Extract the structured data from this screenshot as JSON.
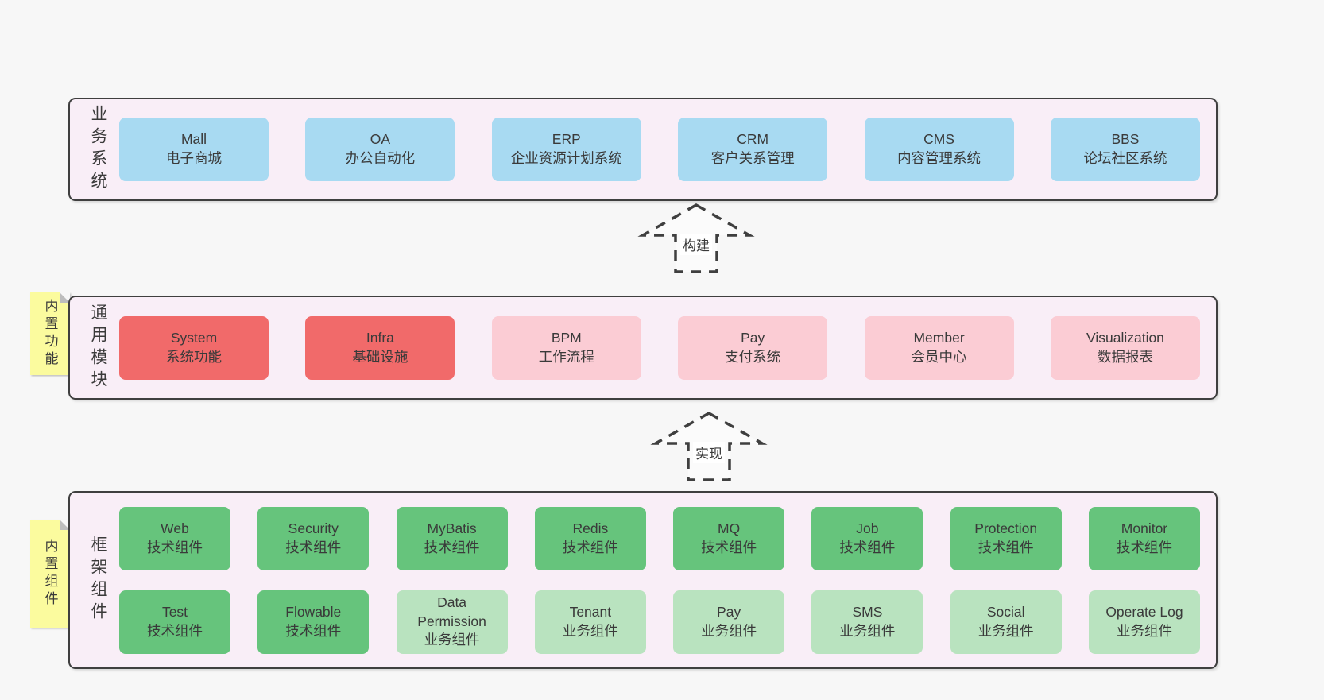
{
  "palette": {
    "page_bg": "#f7f7f7",
    "band_bg": "#f9eef7",
    "band_border": "#3f3f3f",
    "blue": "#a8daf2",
    "red": "#f16a6a",
    "pink": "#fbccd4",
    "green": "#66c47c",
    "light_green": "#b9e3bf",
    "sticky_yellow": "#fbfb9e",
    "sticky_fold": "#bdbdbd",
    "text": "#3a3a3a"
  },
  "bands": [
    {
      "label": "业务系统",
      "sticky": null,
      "rows": [
        [
          {
            "title": "Mall",
            "subtitle": "电子商城",
            "variant": "blue"
          },
          {
            "title": "OA",
            "subtitle": "办公自动化",
            "variant": "blue"
          },
          {
            "title": "ERP",
            "subtitle": "企业资源计划系统",
            "variant": "blue"
          },
          {
            "title": "CRM",
            "subtitle": "客户关系管理",
            "variant": "blue"
          },
          {
            "title": "CMS",
            "subtitle": "内容管理系统",
            "variant": "blue"
          },
          {
            "title": "BBS",
            "subtitle": "论坛社区系统",
            "variant": "blue"
          }
        ]
      ]
    },
    {
      "label": "通用模块",
      "sticky": "内置功能",
      "rows": [
        [
          {
            "title": "System",
            "subtitle": "系统功能",
            "variant": "red"
          },
          {
            "title": "Infra",
            "subtitle": "基础设施",
            "variant": "red"
          },
          {
            "title": "BPM",
            "subtitle": "工作流程",
            "variant": "pink"
          },
          {
            "title": "Pay",
            "subtitle": "支付系统",
            "variant": "pink"
          },
          {
            "title": "Member",
            "subtitle": "会员中心",
            "variant": "pink"
          },
          {
            "title": "Visualization",
            "subtitle": "数据报表",
            "variant": "pink"
          }
        ]
      ]
    },
    {
      "label": "框架组件",
      "sticky": "内置组件",
      "rows": [
        [
          {
            "title": "Web",
            "subtitle": "技术组件",
            "variant": "green"
          },
          {
            "title": "Security",
            "subtitle": "技术组件",
            "variant": "green"
          },
          {
            "title": "MyBatis",
            "subtitle": "技术组件",
            "variant": "green"
          },
          {
            "title": "Redis",
            "subtitle": "技术组件",
            "variant": "green"
          },
          {
            "title": "MQ",
            "subtitle": "技术组件",
            "variant": "green"
          },
          {
            "title": "Job",
            "subtitle": "技术组件",
            "variant": "green"
          },
          {
            "title": "Protection",
            "subtitle": "技术组件",
            "variant": "green"
          },
          {
            "title": "Monitor",
            "subtitle": "技术组件",
            "variant": "green"
          }
        ],
        [
          {
            "title": "Test",
            "subtitle": "技术组件",
            "variant": "green"
          },
          {
            "title": "Flowable",
            "subtitle": "技术组件",
            "variant": "green"
          },
          {
            "title": "Data\nPermission",
            "subtitle": "业务组件",
            "variant": "light-green"
          },
          {
            "title": "Tenant",
            "subtitle": "业务组件",
            "variant": "light-green"
          },
          {
            "title": "Pay",
            "subtitle": "业务组件",
            "variant": "light-green"
          },
          {
            "title": "SMS",
            "subtitle": "业务组件",
            "variant": "light-green"
          },
          {
            "title": "Social",
            "subtitle": "业务组件",
            "variant": "light-green"
          },
          {
            "title": "Operate Log",
            "subtitle": "业务组件",
            "variant": "light-green"
          }
        ]
      ]
    }
  ],
  "arrows": [
    {
      "label": "构建"
    },
    {
      "label": "实现"
    }
  ]
}
